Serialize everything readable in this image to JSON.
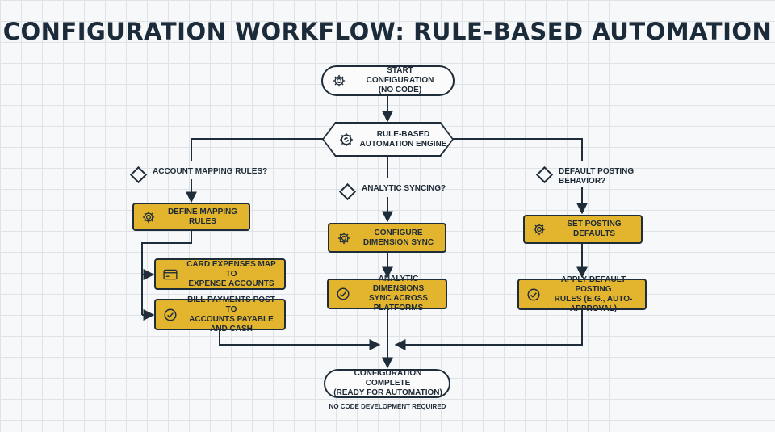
{
  "title": "CONFIGURATION WORKFLOW: RULE-BASED AUTOMATION",
  "nodes": {
    "start": "START CONFIGURATION\n(NO CODE)",
    "engine": "RULE-BASED\nAUTOMATION ENGINE",
    "define_mapping": "DEFINE MAPPING RULES",
    "card_expenses": "CARD EXPENSES MAP TO\nEXPENSE ACCOUNTS",
    "bill_payments": "BILL PAYMENTS POST TO\nACCOUNTS PAYABLE AND CASH",
    "configure_dimension": "CONFIGURE\nDIMENSION SYNC",
    "analytic_dimensions": "ANALYTIC DIMENSIONS\nSYNC ACROSS PLATFORMS",
    "set_posting": "SET POSTING DEFAULTS",
    "apply_default": "APPLY DEFAULT POSTING\nRULES (E.G., AUTO-APPROVAL)",
    "complete": "CONFIGURATION COMPLETE\n(READY FOR AUTOMATION)"
  },
  "decisions": {
    "account_mapping": "ACCOUNT MAPPING RULES?",
    "analytic_syncing": "ANALYTIC SYNCING?",
    "default_posting": "DEFAULT POSTING\nBEHAVIOR?"
  },
  "footnote": "NO CODE DEVELOPMENT REQUIRED",
  "icons": {
    "start": "gear-icon",
    "engine": "gear-sync-icon",
    "define_mapping": "gear-icon",
    "card_expenses": "credit-card-icon",
    "bill_payments": "check-circle-icon",
    "configure_dimension": "gear-icon",
    "analytic_dimensions": "check-circle-icon",
    "set_posting": "gear-icon",
    "apply_default": "check-circle-icon"
  },
  "colors": {
    "accent": "#e3b52e",
    "stroke": "#1f2d3a",
    "background": "#f7f8f9",
    "grid": "#dfe2e6"
  }
}
